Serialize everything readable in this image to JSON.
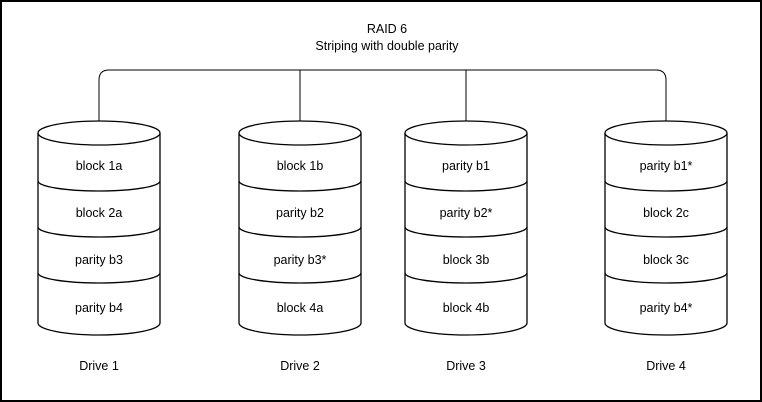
{
  "title": {
    "line1": "RAID 6",
    "line2": "Striping with double parity"
  },
  "drives": [
    {
      "name": "Drive 1",
      "blocks": [
        "block 1a",
        "block 2a",
        "parity b3",
        "parity b4"
      ]
    },
    {
      "name": "Drive 2",
      "blocks": [
        "block 1b",
        "parity b2",
        "parity b3*",
        "block 4a"
      ]
    },
    {
      "name": "Drive 3",
      "blocks": [
        "parity b1",
        "parity b2*",
        "block 3b",
        "block 4b"
      ]
    },
    {
      "name": "Drive 4",
      "blocks": [
        "parity b1*",
        "block 2c",
        "block 3c",
        "parity b4*"
      ]
    }
  ],
  "colors": {
    "stroke": "#000000",
    "background": "#ffffff",
    "text": "#000000"
  }
}
